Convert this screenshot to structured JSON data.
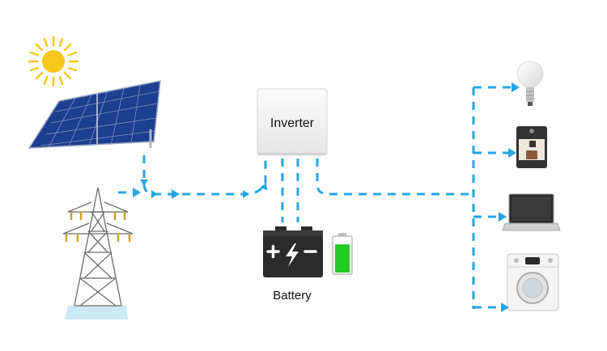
{
  "diagram": {
    "inverter": {
      "label": "Inverter"
    },
    "battery": {
      "label": "Battery",
      "charge_level": 0.85
    },
    "sources": [
      {
        "id": "solar",
        "icon": "solar-panel-icon"
      },
      {
        "id": "grid",
        "icon": "power-tower-icon"
      },
      {
        "id": "sun",
        "icon": "sun-icon"
      }
    ],
    "loads": [
      {
        "id": "light",
        "icon": "light-bulb-icon"
      },
      {
        "id": "coffee",
        "icon": "coffee-maker-icon"
      },
      {
        "id": "laptop",
        "icon": "laptop-icon"
      },
      {
        "id": "washer",
        "icon": "washing-machine-icon"
      }
    ],
    "colors": {
      "flow": "#27A5E0",
      "battery_body": "#2B2B2B",
      "battery_charge": "#22CC22",
      "sun": "#F7C71C",
      "panel": "#1D3F8F"
    }
  }
}
